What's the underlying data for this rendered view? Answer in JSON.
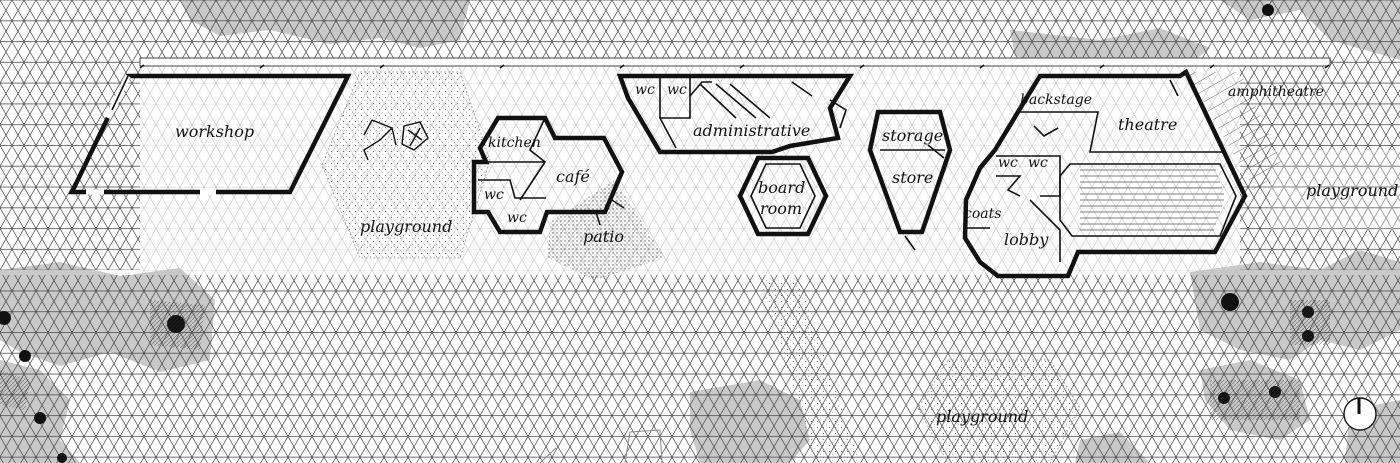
{
  "plan": {
    "rooms": {
      "workshop": "workshop",
      "playground_1": "playground",
      "kitchen": "kitchen",
      "cafe": "café",
      "wc_1": "wc",
      "wc_2": "wc",
      "patio": "patio",
      "wc_3": "wc",
      "wc_4": "wc",
      "administrative": "administrative",
      "board": "board",
      "room": "room",
      "storage": "storage",
      "store": "store",
      "backstage": "backstage",
      "wc_5": "wc",
      "wc_6": "wc",
      "coats": "coats",
      "lobby": "lobby",
      "theatre": "theatre",
      "amphitheatre": "amphitheatre",
      "playground_2": "playground",
      "playground_3": "playground"
    },
    "colors": {
      "vegetation": "#c9c9c9",
      "walls": "#111111",
      "grid": "#555555",
      "background": "#ffffff"
    },
    "icons": [
      "north-arrow-icon",
      "play-structure-icon"
    ]
  }
}
